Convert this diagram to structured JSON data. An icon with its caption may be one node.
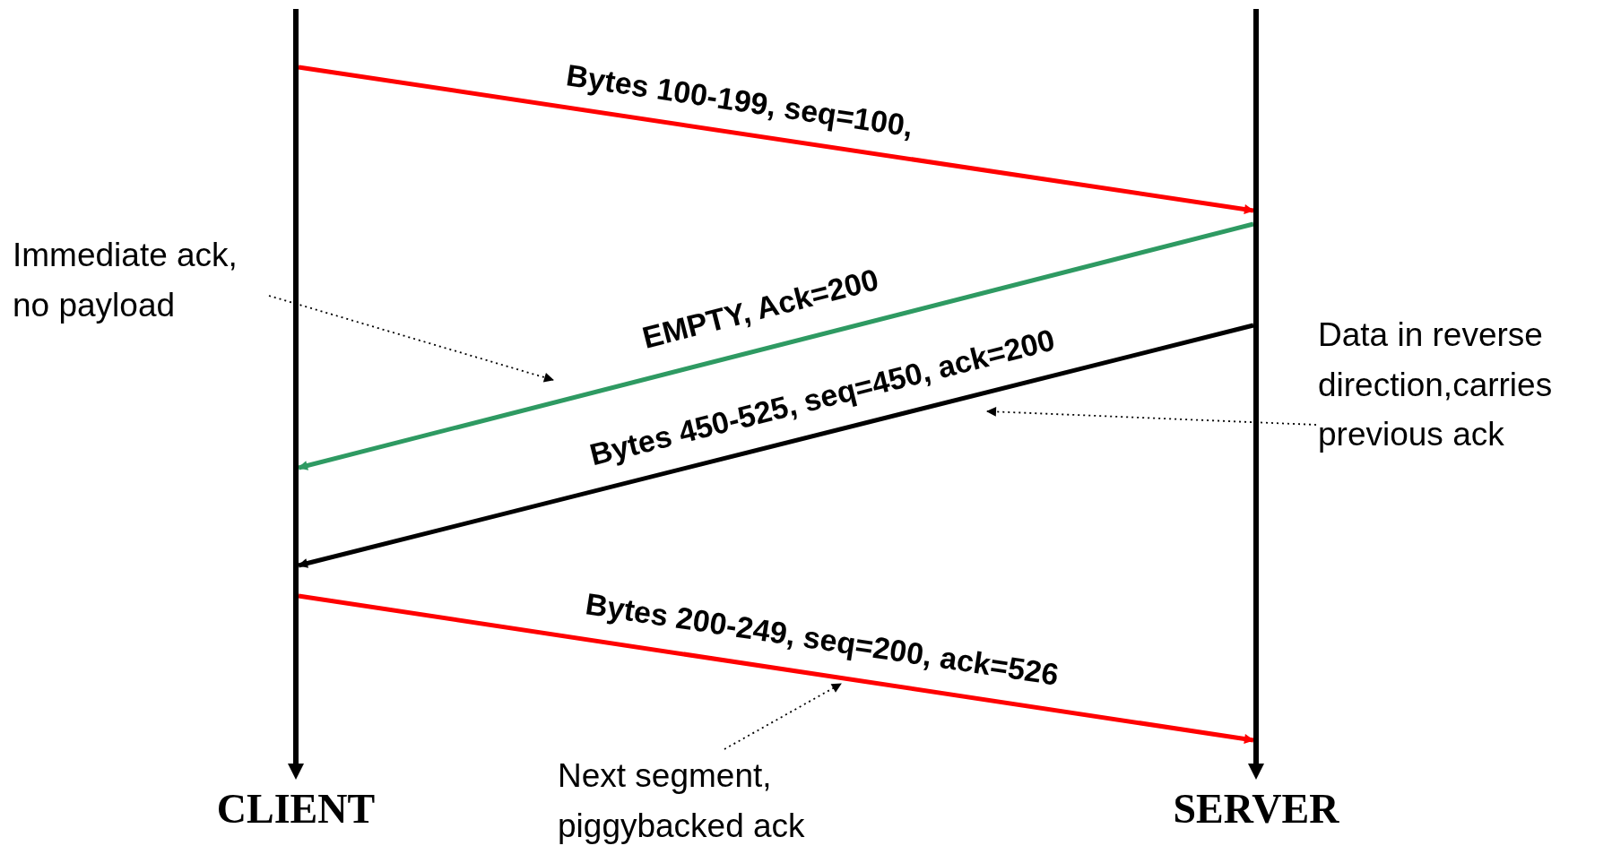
{
  "diagram": {
    "nodes": [
      {
        "text": [],
        "shape": "bar",
        "beside": [
          "CLIENT"
        ]
      },
      {
        "text": [],
        "shape": "bar",
        "beside": [
          "SERVER"
        ]
      },
      {
        "text": [
          "Immediate ack, no payload"
        ]
      },
      {
        "text": [
          "Data in reverse direction,carries previous ack"
        ]
      },
      {
        "text": [
          "Next segment, piggybacked ack"
        ]
      }
    ],
    "edges": [
      {
        "from": 0,
        "to": 1,
        "arrow": "to",
        "label": "Bytes 100-199, seq=100,",
        "color": "#ff0000"
      },
      {
        "from": 1,
        "to": 0,
        "arrow": "to",
        "label": "EMPTY, Ack=200",
        "color": "#2e9a62"
      },
      {
        "from": 1,
        "to": 0,
        "arrow": "to",
        "label": "Bytes 450-525, seq=450, ack=200"
      },
      {
        "from": 0,
        "to": 1,
        "arrow": "to",
        "label": "Bytes 200-249, seq=200, ack=526",
        "color": "#ff0000"
      },
      {
        "from": 2,
        "to": null,
        "arrow": "to",
        "style": "dashed"
      },
      {
        "from": 3,
        "to": null,
        "arrow": "to",
        "style": "dashed"
      },
      {
        "from": 4,
        "to": null,
        "arrow": "to",
        "style": "dashed"
      }
    ]
  }
}
